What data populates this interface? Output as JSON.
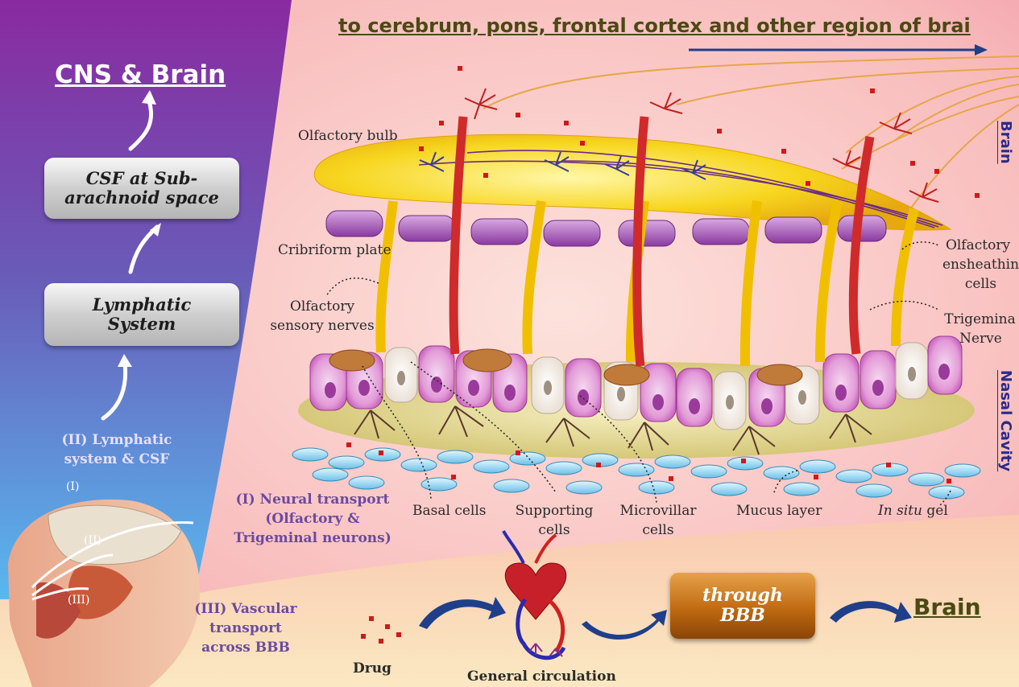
{
  "header": {
    "title": "to cerebrum, pons, frontal cortex and other region of brai"
  },
  "left_panel": {
    "title": "CNS & Brain",
    "box_csf": "CSF at Sub-arachnoid space",
    "box_lymph": "Lymphatic System",
    "caption_line1": "(II) Lymphatic",
    "caption_line2": "system & CSF"
  },
  "side_labels": {
    "brain": "Brain",
    "nasal_cavity": "Nasal Cavity"
  },
  "labels": {
    "olfactory_bulb": "Olfactory bulb",
    "cribriform_plate": "Cribriform plate",
    "olfactory_sensory_1": "Olfactory",
    "olfactory_sensory_2": "sensory nerves",
    "oec_1": "Olfactory",
    "oec_2": "ensheathin",
    "oec_3": "cells",
    "trigeminal_1": "Trigemina",
    "trigeminal_2": "Nerve",
    "basal_cells": "Basal cells",
    "supporting_1": "Supporting",
    "supporting_2": "cells",
    "microvillar_1": "Microvillar",
    "microvillar_2": "cells",
    "mucus_layer": "Mucus layer",
    "in_situ_italic": "In situ",
    "in_situ_rest": " gel"
  },
  "neural_transport": {
    "line1": "(I) Neural transport",
    "line2": "(Olfactory &",
    "line3": "Trigeminal neurons)"
  },
  "head_markers": [
    "(I)",
    "(II)",
    "(III)"
  ],
  "vascular": {
    "line1": "(III) Vascular",
    "line2": "transport",
    "line3": "across BBB",
    "drug": "Drug",
    "general_circulation": "General circulation",
    "bbb_box": "through BBB",
    "brain": "Brain"
  },
  "colors": {
    "left_panel_top": "#7a2aa0",
    "left_panel_bottom": "#58b8f0",
    "main_bg": "#f9c4c4",
    "bulb": "#f6d21e",
    "header_text": "#4a4a12",
    "side_label": "#2a2a8a",
    "arrow_blue": "#1f3f8a",
    "bbb_box": "#c06a12"
  }
}
